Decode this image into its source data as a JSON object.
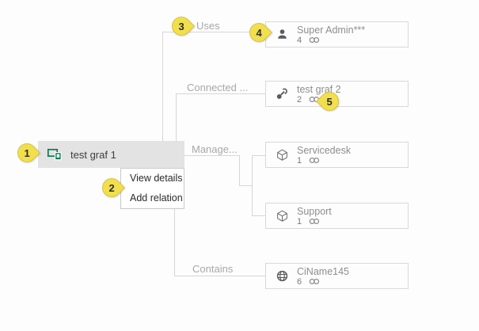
{
  "root_node": {
    "label": "test graf 1",
    "icon": "devices-icon"
  },
  "context_menu": {
    "items": [
      "View details",
      "Add relation"
    ]
  },
  "relations": [
    {
      "label": "Uses"
    },
    {
      "label": "Connected ..."
    },
    {
      "label": "Manage..."
    },
    {
      "label": "Contains"
    }
  ],
  "nodes": [
    {
      "title": "Super Admin***",
      "count": "4",
      "icon": "person-icon"
    },
    {
      "title": "test graf 2",
      "count": "2",
      "icon": "key-icon"
    },
    {
      "title": "Servicedesk",
      "count": "1",
      "icon": "cube-icon"
    },
    {
      "title": "Support",
      "count": "1",
      "icon": "cube-icon"
    },
    {
      "title": "CiName145",
      "count": "6",
      "icon": "globe-icon"
    }
  ],
  "callouts": [
    "1",
    "2",
    "3",
    "4",
    "5"
  ],
  "colors": {
    "root_icon_green": "#0e7b57",
    "callout_yellow": "#f2df4d",
    "node_border": "#d9d9d9",
    "root_bg": "#e3e3e3",
    "line_gray": "#d6d6d6",
    "label_gray": "#a8a8a8",
    "node_text_gray": "#8e8e8e"
  }
}
